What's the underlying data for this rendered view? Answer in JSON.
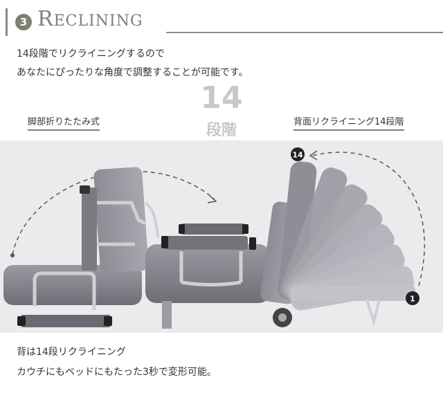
{
  "header": {
    "number": "3",
    "title_first": "R",
    "title_rest": "ECLINING"
  },
  "intro": {
    "line1": "14段階でリクライニングするので",
    "line2": "あなたにぴったりな角度で調整することが可能です。"
  },
  "center_badge": {
    "number": "14",
    "unit": "段階"
  },
  "labels": {
    "left": "脚部折りたたみ式",
    "right": "背面リクライニング14段階"
  },
  "photo": {
    "marker_top": "14",
    "marker_bottom": "1"
  },
  "caption": {
    "line1": "背は14段リクライニング",
    "line2": "カウチにもベッドにもたった3秒で変形可能。"
  }
}
